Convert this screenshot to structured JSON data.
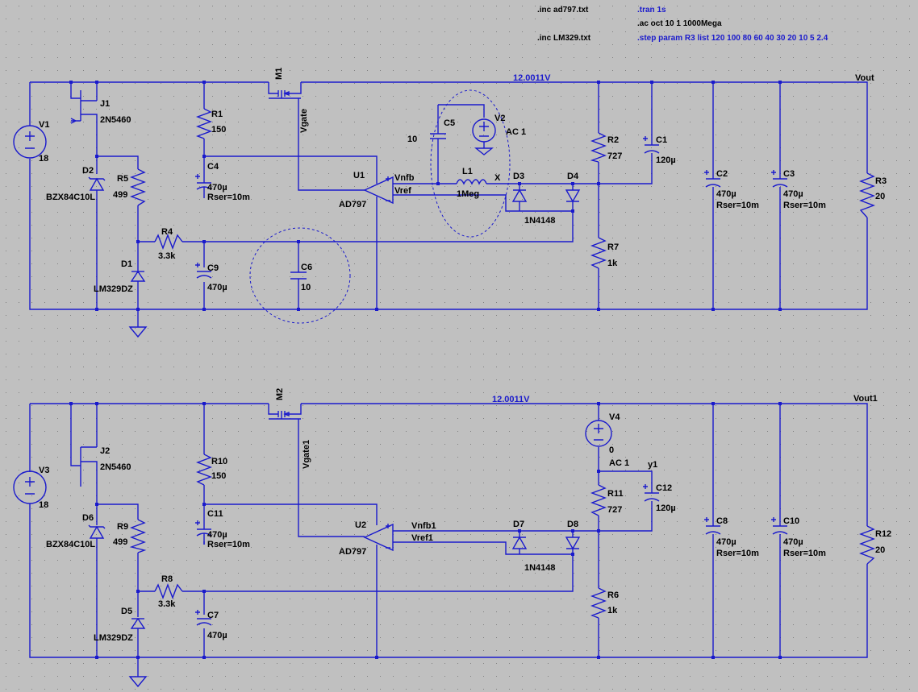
{
  "directives": {
    "inc_ad797": ".inc ad797.txt",
    "inc_lm329": ".inc LM329.txt",
    "tran": ".tran 1s",
    "ac": ".ac oct 10 1 1000Mega",
    "step": ".step param R3 list 120 100 80 60 40 30 20 10 5 2.4"
  },
  "nets": {
    "top_rail_voltage": "12.0011V",
    "bottom_rail_voltage": "12.0011V",
    "vout": "Vout",
    "vout1": "Vout1",
    "vgate": "Vgate",
    "vgate1": "Vgate1",
    "vnfb": "Vnfb",
    "vref": "Vref",
    "vnfb1": "Vnfb1",
    "vref1": "Vref1",
    "x": "X",
    "y1": "y1"
  },
  "top_circuit": {
    "V1": {
      "name": "V1",
      "value": "18"
    },
    "J1": {
      "name": "J1",
      "value": "2N5460"
    },
    "D2": {
      "name": "D2",
      "value": "BZX84C10L"
    },
    "R5": {
      "name": "R5",
      "value": "499"
    },
    "D1": {
      "name": "D1",
      "value": "LM329DZ"
    },
    "R4": {
      "name": "R4",
      "value": "3.3k"
    },
    "R1": {
      "name": "R1",
      "value": "150"
    },
    "C4": {
      "name": "C4",
      "value": "470µ",
      "rser": "Rser=10m"
    },
    "C9": {
      "name": "C9",
      "value": "470µ"
    },
    "C6": {
      "name": "C6",
      "value": "10"
    },
    "M1": {
      "name": "M1"
    },
    "U1": {
      "name": "U1",
      "value": "AD797"
    },
    "C5": {
      "name": "C5",
      "value": "10"
    },
    "V2": {
      "name": "V2",
      "value": "AC 1"
    },
    "L1": {
      "name": "L1",
      "value": "1Meg"
    },
    "D3": {
      "name": "D3"
    },
    "D4": {
      "name": "D4"
    },
    "diode_model": "1N4148",
    "R2": {
      "name": "R2",
      "value": "727"
    },
    "R7": {
      "name": "R7",
      "value": "1k"
    },
    "C1": {
      "name": "C1",
      "value": "120µ"
    },
    "C2": {
      "name": "C2",
      "value": "470µ",
      "rser": "Rser=10m"
    },
    "C3": {
      "name": "C3",
      "value": "470µ",
      "rser": "Rser=10m"
    },
    "R3": {
      "name": "R3",
      "value": "20"
    }
  },
  "bottom_circuit": {
    "V3": {
      "name": "V3",
      "value": "18"
    },
    "J2": {
      "name": "J2",
      "value": "2N5460"
    },
    "D6": {
      "name": "D6",
      "value": "BZX84C10L"
    },
    "R9": {
      "name": "R9",
      "value": "499"
    },
    "D5": {
      "name": "D5",
      "value": "LM329DZ"
    },
    "R8": {
      "name": "R8",
      "value": "3.3k"
    },
    "R10": {
      "name": "R10",
      "value": "150"
    },
    "C11": {
      "name": "C11",
      "value": "470µ",
      "rser": "Rser=10m"
    },
    "C7": {
      "name": "C7",
      "value": "470µ"
    },
    "M2": {
      "name": "M2"
    },
    "U2": {
      "name": "U2",
      "value": "AD797"
    },
    "D7": {
      "name": "D7"
    },
    "D8": {
      "name": "D8"
    },
    "diode_model": "1N4148",
    "V4": {
      "name": "V4",
      "value": "0",
      "ac": "AC 1"
    },
    "R11": {
      "name": "R11",
      "value": "727"
    },
    "R6": {
      "name": "R6",
      "value": "1k"
    },
    "C12": {
      "name": "C12",
      "value": "120µ"
    },
    "C8": {
      "name": "C8",
      "value": "470µ",
      "rser": "Rser=10m"
    },
    "C10": {
      "name": "C10",
      "value": "470µ",
      "rser": "Rser=10m"
    },
    "R12": {
      "name": "R12",
      "value": "20"
    }
  },
  "colors": {
    "background": "#c0c0c0",
    "wire": "#1a1acc",
    "text": "#000000",
    "directive": "#1a1acc"
  }
}
